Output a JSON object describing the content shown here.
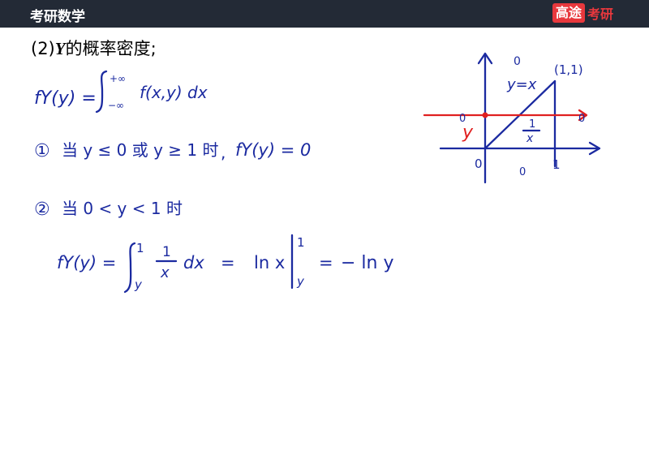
{
  "header": {
    "course_title": "考研数学",
    "brand_mark": "高途",
    "brand_text": "考研"
  },
  "question": {
    "label": "(2)",
    "variable": "Y",
    "text": "的概率密度;"
  },
  "colors": {
    "header_bg": "#232a36",
    "brand_red": "#e8383d",
    "ink_blue": "#1b2aa0",
    "ink_red": "#e02020"
  },
  "handwriting": {
    "line1": {
      "lhs": "fY(y) =",
      "upper_limit": "+∞",
      "lower_limit": "−∞",
      "integrand": "f(x,y) dx"
    },
    "line2": {
      "marker": "①",
      "condition": "当 y ≤ 0 或 y ≥ 1 时",
      "separator": ",",
      "result": "fY(y) = 0"
    },
    "line3": {
      "marker": "②",
      "condition": "当 0 < y < 1 时"
    },
    "line4": {
      "lhs": "fY(y) =",
      "upper_limit": "1",
      "lower_limit": "y",
      "frac_num": "1",
      "frac_den": "x",
      "dx": "dx",
      "eq1": "=",
      "antiderivative": "ln x",
      "eval_upper": "1",
      "eval_lower": "y",
      "eq2": "=",
      "result": "− ln y"
    },
    "graph": {
      "top_zero": "0",
      "point_label": "(1,1)",
      "line_label": "y=x",
      "density_num": "1",
      "density_den": "x",
      "left_zero": "0",
      "y_label": "y",
      "right_zero": "0",
      "origin_label": "0",
      "x_one": "1",
      "bottom_zero": "0"
    }
  }
}
